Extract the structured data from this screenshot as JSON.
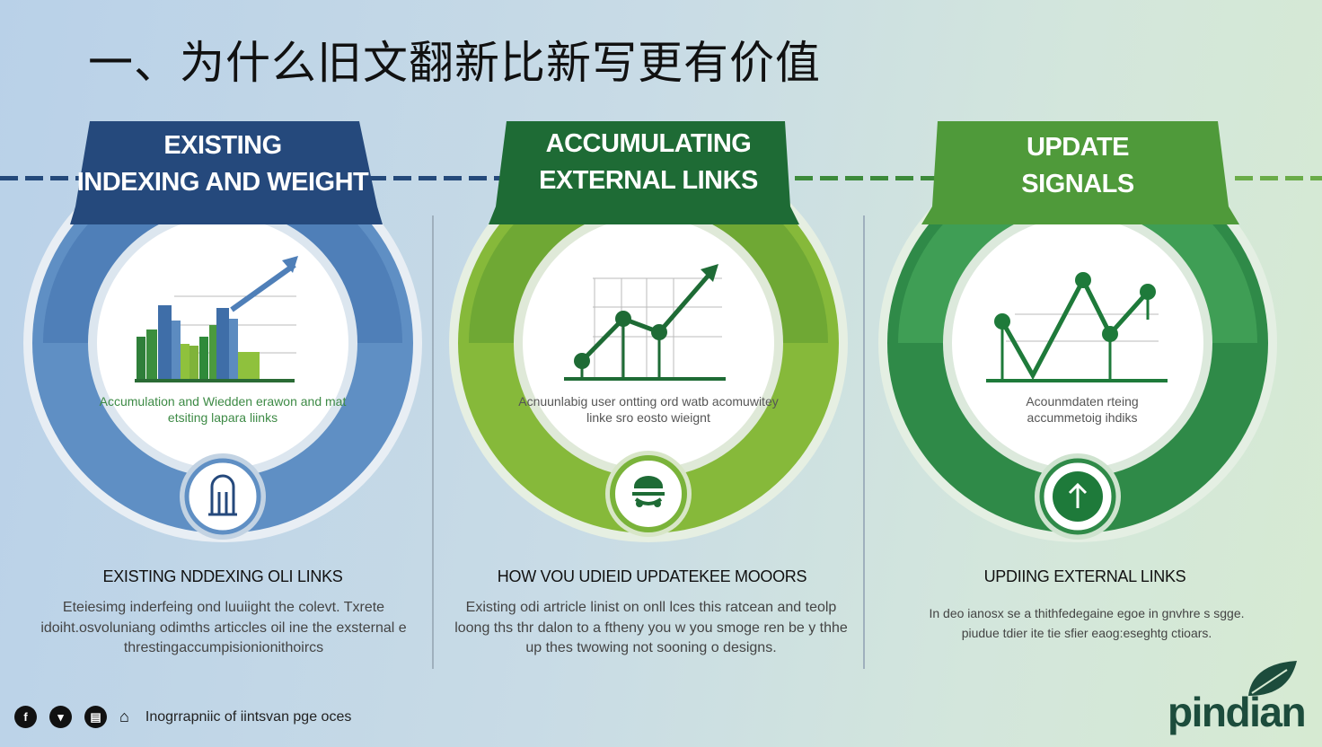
{
  "title": "一、为什么旧文翻新比新写更有价值",
  "cards": [
    {
      "banner_line1": "EXISTING",
      "banner_line2": "INDEXING AND WEIGHT",
      "inner_text": "Accumulation and Wiedden erawon and mat etsiting lapara liinks",
      "icon": "building-arch-icon",
      "heading": "EXISTING NDDEXING OLI LINKS",
      "body": "Eteiesimg inderfeing ond luuiight the colevt. Txrete idoiht.osvoluniang odimths articcles oil ine the exsternal e threstingaccumpisionionithoircs",
      "accent": "#2d5a91"
    },
    {
      "banner_line1": "ACCUMULATING",
      "banner_line2": "EXTERNAL LINKS",
      "inner_text": "Acnuunlabig user ontting ord watb acomuwitey linke sro eosto wieignt",
      "icon": "anchor-link-icon",
      "heading": "HOW VOU UDIEID UPDATEKEE MOOORS",
      "body": "Existing odi artricle linist on onll lces this ratcean and teolp loong ths thr dalon to a ftheny you w you smoge ren be y thhe up thes twowing not sooning o designs.",
      "accent": "#1e6e3a"
    },
    {
      "banner_line1": "UPDATE",
      "banner_line2": "SIGNALS",
      "inner_text": "Acounmdaten rteing accummetoig ihdiks",
      "icon": "arrow-up-icon",
      "heading": "UPDIING EXTERNAL LINKS",
      "body": "In deo ianosx se a thithfedegaine egoe in gnvhre s sgge. piudue tdier ite tie sfier eaog:eseghtg ctioars.",
      "accent": "#3f9a3a"
    }
  ],
  "footer": {
    "social_icons": [
      "facebook-icon",
      "twitter-icon",
      "grid-icon",
      "share-icon"
    ],
    "text": "Inogrrapniic of iintsvan pge oces"
  },
  "logo": {
    "text": "pindian"
  }
}
